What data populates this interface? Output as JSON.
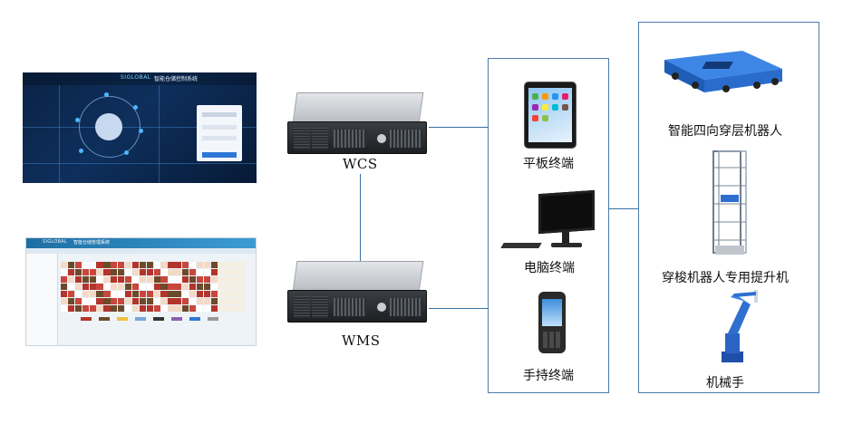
{
  "wcs_screenshot": {
    "brand": "SIGLOBAL",
    "system_title": "智能仓储控制系统"
  },
  "wms_screenshot": {
    "brand": "SIGLOBAL",
    "system_title": "智能仓储管理系统"
  },
  "servers": {
    "wcs_label": "WCS",
    "wms_label": "WMS"
  },
  "terminals": {
    "tablet_label": "平板终端",
    "computer_label": "电脑终端",
    "handheld_label": "手持终端"
  },
  "equipment": {
    "carrier_label": "智能四向穿层机器人",
    "lift_label": "穿梭机器人专用提升机",
    "arm_label": "机械手"
  },
  "colors": {
    "connector": "#3a6fa0",
    "panel_border": "#4a7bab",
    "robot_blue": "#2f6fd0"
  }
}
